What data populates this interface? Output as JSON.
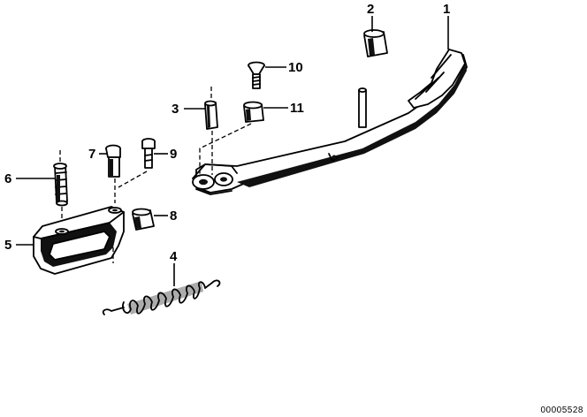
{
  "diagram": {
    "callouts": {
      "c1": "1",
      "c2": "2",
      "c3": "3",
      "c4": "4",
      "c5": "5",
      "c6": "6",
      "c7": "7",
      "c8": "8",
      "c9": "9",
      "c10": "10",
      "c11": "11"
    },
    "document_id": "00005528"
  }
}
